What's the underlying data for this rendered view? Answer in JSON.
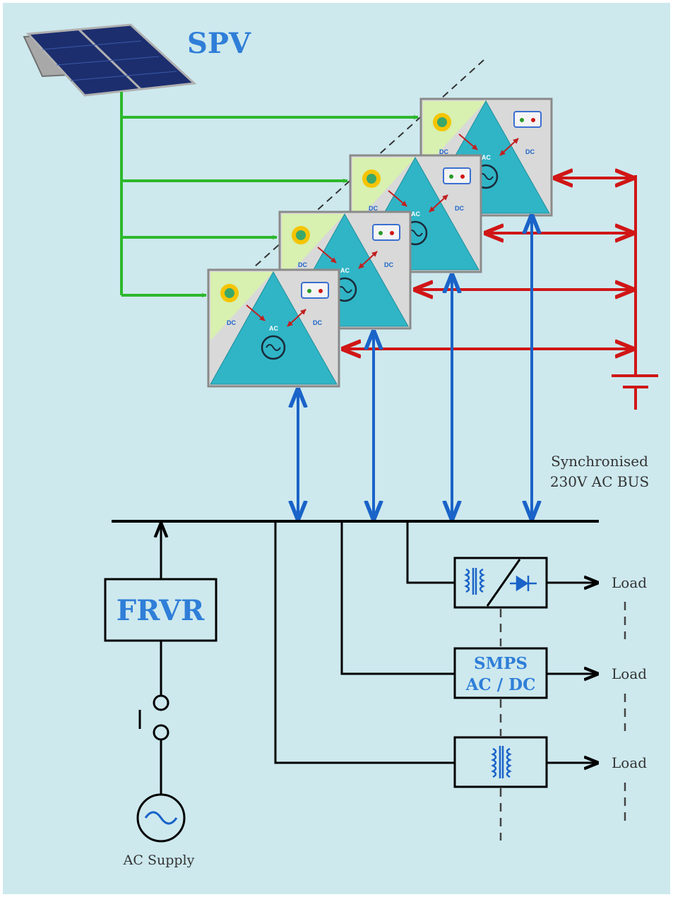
{
  "labels": {
    "spv": "SPV",
    "bus": "Synchronised",
    "bus_line2": "230V AC BUS",
    "frvr": "FRVR",
    "smps_line1": "SMPS",
    "smps_line2": "AC / DC",
    "load": "Load",
    "ac_supply": "AC Supply"
  },
  "inverter": {
    "dc_label": "DC",
    "ac_label": "AC"
  },
  "colors": {
    "background": "#cde9ee",
    "green": "#2db82d",
    "red": "#d01616",
    "blue": "#1a63c8",
    "accent_text": "#2f7ed8",
    "teal": "#2fb5c6"
  }
}
